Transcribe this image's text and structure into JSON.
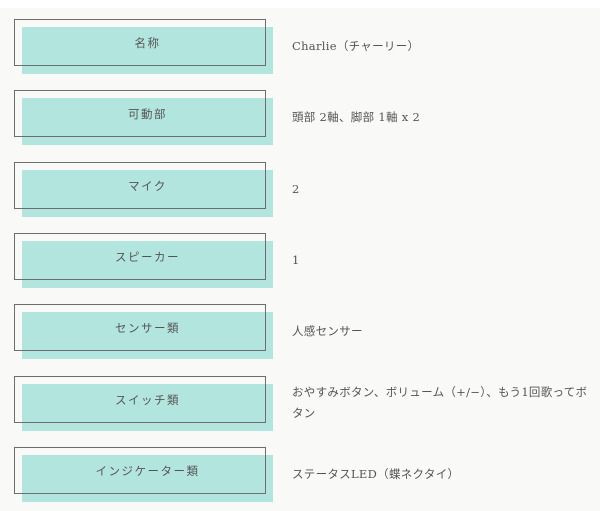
{
  "spec_table": {
    "rows": [
      {
        "label": "名称",
        "value": "Charlie（チャーリー）"
      },
      {
        "label": "可動部",
        "value": "頭部 2軸、脚部 1軸 x 2"
      },
      {
        "label": "マイク",
        "value": "2"
      },
      {
        "label": "スピーカー",
        "value": "1"
      },
      {
        "label": "センサー類",
        "value": "人感センサー"
      },
      {
        "label": "スイッチ類",
        "value": "おやすみボタン、ボリューム（+/−）、もう1回歌ってボタン"
      },
      {
        "label": "インジケーター類",
        "value": "ステータスLED（蝶ネクタイ）"
      }
    ]
  },
  "colors": {
    "label_fill": "#b3e5df",
    "label_border": "#6e6e6e",
    "background": "#f9f9f7",
    "text": "#555555"
  }
}
